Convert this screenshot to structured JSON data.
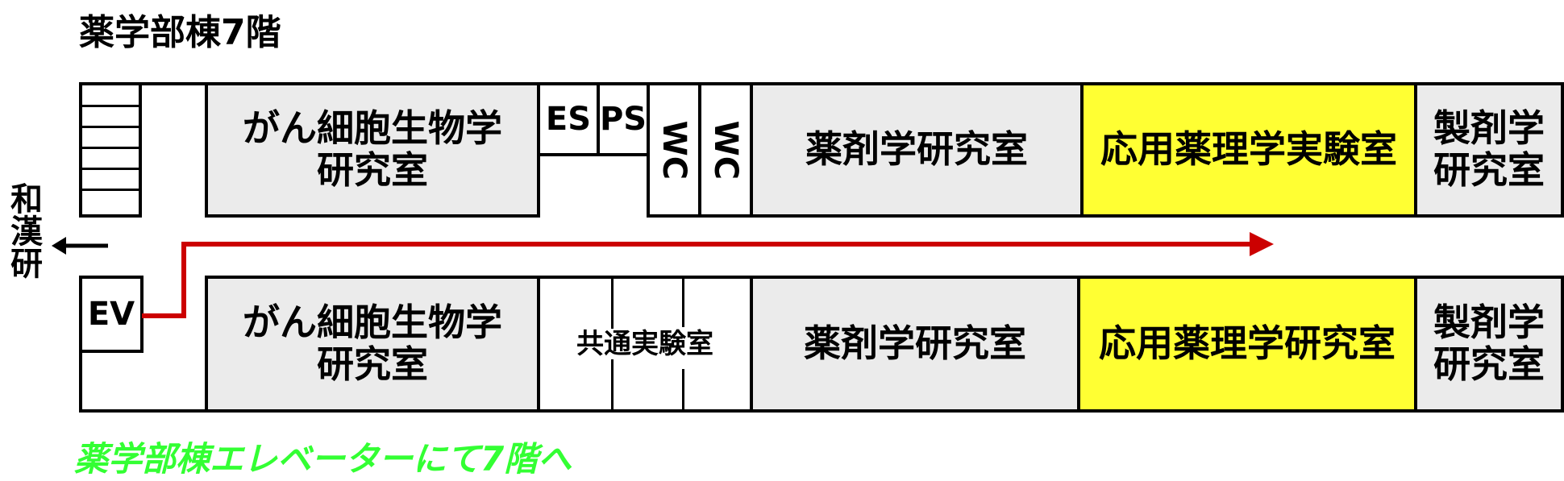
{
  "title": "薬学部棟7階",
  "caption": "薬学部棟エレベーターにて7階へ",
  "side_label": "和漢研",
  "rooms": {
    "upper": {
      "cancer_bio": [
        "がん細胞生物学",
        "研究室"
      ],
      "es": "ES",
      "ps": "PS",
      "wc1": "WC",
      "wc2": "WC",
      "pharmaceutics_lab": "薬剤学研究室",
      "applied_pharm_exp": "応用薬理学実験室",
      "formulation": [
        "製剤学",
        "研究室"
      ]
    },
    "lower": {
      "ev": "EV",
      "cancer_bio": [
        "がん細胞生物学",
        "研究室"
      ],
      "shared_exp": "共通実験室",
      "pharmaceutics_lab": "薬剤学研究室",
      "applied_pharm_lab": "応用薬理学研究室",
      "formulation": [
        "製剤学",
        "研究室"
      ]
    }
  },
  "colors": {
    "highlight": "#ffff33",
    "room_gray": "#ebebeb",
    "route": "#cc0000",
    "caption": "#33ff33"
  }
}
